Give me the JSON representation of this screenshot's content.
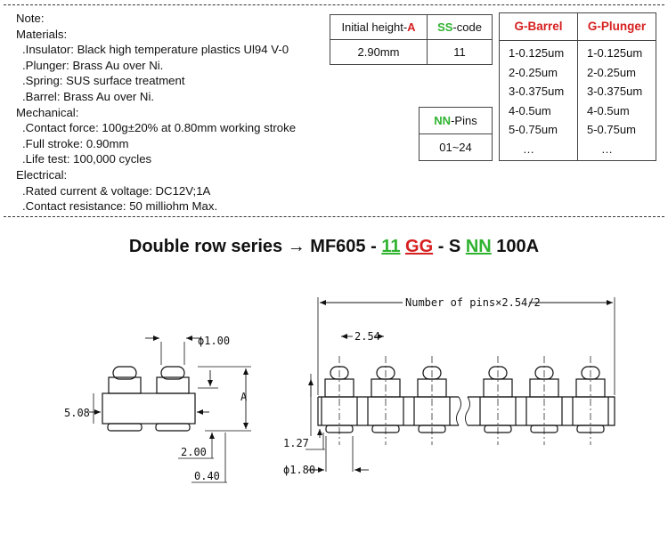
{
  "notes": {
    "lines": [
      "Note:",
      "Materials:",
      ".Insulator: Black high temperature plastics Ul94 V-0",
      ".Plunger: Brass Au over Ni.",
      ".Spring: SUS surface treatment",
      ".Barrel: Brass Au over Ni.",
      "Mechanical:",
      ".Contact force: 100g±20% at 0.80mm working stroke",
      ".Full stroke: 0.90mm",
      ".Life test: 100,000 cycles",
      "Electrical:",
      ".Rated current & voltage: DC12V;1A",
      ".Contact resistance: 50 milliohm Max."
    ]
  },
  "height_table": {
    "a_label": "Initial height-",
    "a_code": "A",
    "a_value": "2.90mm",
    "ss_code": "SS",
    "ss_label": "-code",
    "ss_value": "11"
  },
  "pins_table": {
    "nn_code": "NN",
    "nn_label": "-Pins",
    "value": "01~24"
  },
  "plating_table": {
    "barrel_header": "G-Barrel",
    "plunger_header": "G-Plunger",
    "barrel_items": [
      "1-0.125um",
      "2-0.25um",
      "3-0.375um",
      "4-0.5um",
      "5-0.75um",
      "…"
    ],
    "plunger_items": [
      "1-0.125um",
      "2-0.25um",
      "3-0.375um",
      "4-0.5um",
      "5-0.75um",
      "…"
    ]
  },
  "series": {
    "prefix": "Double row series",
    "arrow": "→",
    "part": "MF605 -",
    "ss": "11",
    "gg": "GG",
    "mid": "- S",
    "nn": "NN",
    "suffix": "100A",
    "colors": {
      "green": "#2fb32f",
      "red": "#d61f1f"
    }
  },
  "dimensions": {
    "phi_100": "ϕ1.00",
    "a_label": "A",
    "d_508": "5.08",
    "d_200": "2.00",
    "d_040": "0.40",
    "pins_formula": "Number of pins×2.54/2",
    "d_254": "2.54",
    "d_127": "1.27",
    "phi_180": "ϕ1.80"
  }
}
